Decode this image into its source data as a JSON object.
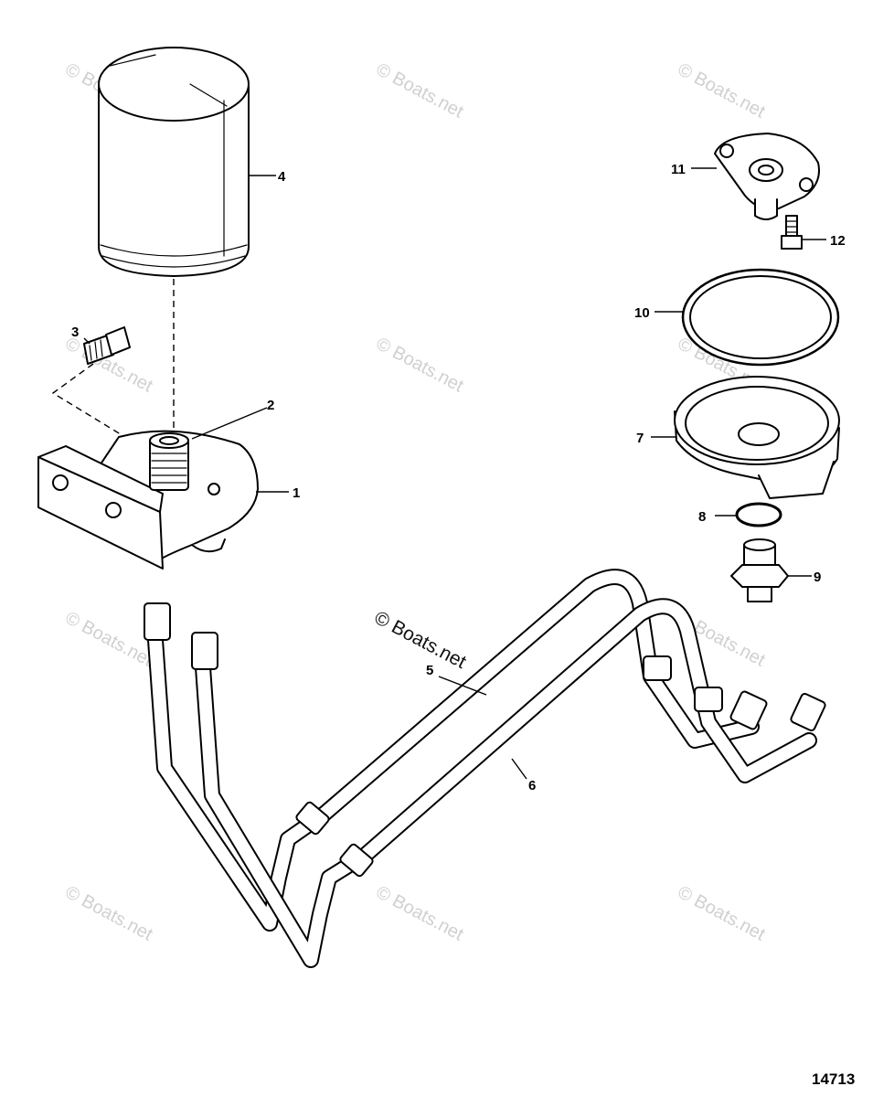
{
  "callouts": [
    "1",
    "2",
    "3",
    "4",
    "5",
    "6",
    "7",
    "8",
    "9",
    "10",
    "11",
    "12"
  ],
  "watermark": "© Boats.net",
  "figure_number": "14713"
}
